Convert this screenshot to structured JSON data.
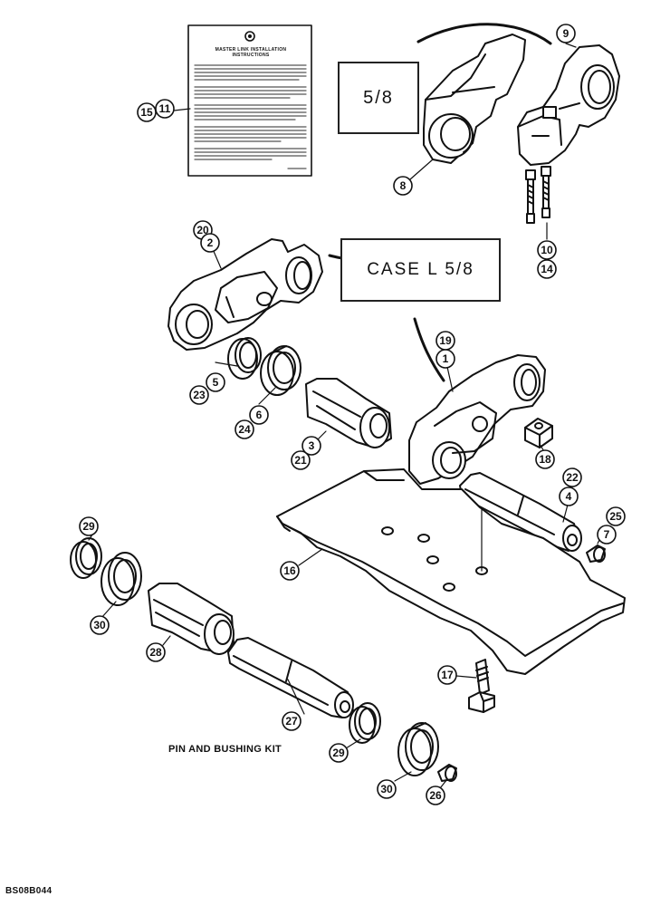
{
  "labels": {
    "box_small": "5/8",
    "box_large": "CASE L 5/8",
    "kit_caption": "PIN AND BUSHING KIT",
    "drawing_id": "BS08B044",
    "card_title": "MASTER LINK INSTALLATION INSTRUCTIONS"
  },
  "callouts": [
    "1",
    "2",
    "3",
    "4",
    "5",
    "6",
    "7",
    "8",
    "9",
    "10",
    "11",
    "14",
    "15",
    "16",
    "17",
    "18",
    "19",
    "20",
    "21",
    "22",
    "23",
    "24",
    "25",
    "26",
    "27",
    "28",
    "29",
    "30"
  ]
}
